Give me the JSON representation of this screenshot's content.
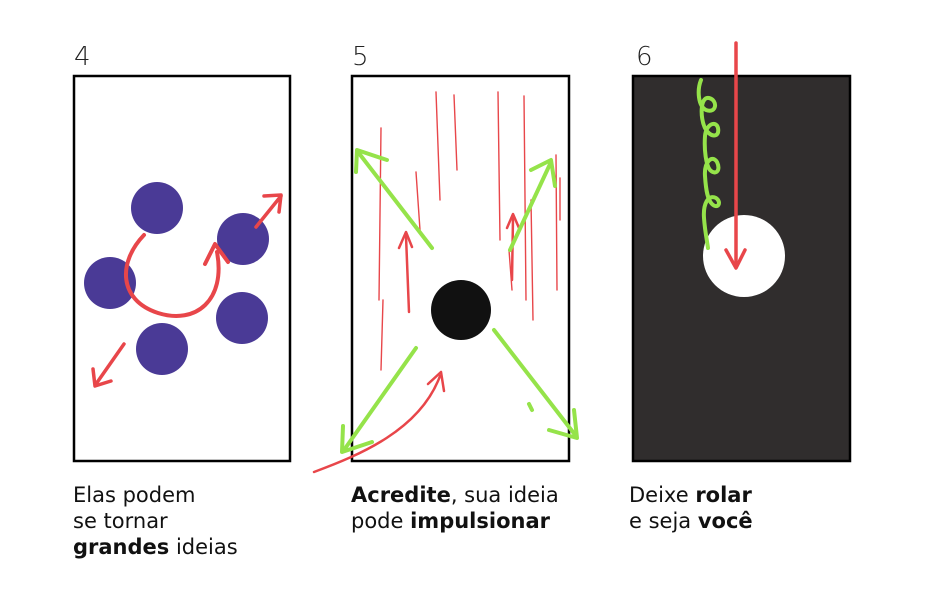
{
  "panels": [
    {
      "number": "4",
      "caption": {
        "line1": "Elas podem",
        "line2": "se tornar",
        "line3_bold": "grandes",
        "line3_rest": " ideias"
      }
    },
    {
      "number": "5",
      "caption": {
        "line1_bold": "Acredite",
        "line1_rest": ", sua ideia",
        "line2_pre": "pode ",
        "line2_bold": "impulsionar"
      }
    },
    {
      "number": "6",
      "caption": {
        "line1_pre": "Deixe ",
        "line1_bold": "rolar",
        "line2_pre": "e seja ",
        "line2_bold": "você"
      }
    }
  ],
  "colors": {
    "frame": "#000000",
    "circle_purple": "#4a3a96",
    "arrow_red": "#e8464a",
    "arrow_green": "#95e34a",
    "ball_black": "#111111",
    "panel_dark": "#302d2d",
    "ball_white": "#ffffff"
  },
  "icons": [
    "purple-circle",
    "red-arrow",
    "green-arrow",
    "black-ball",
    "white-ball",
    "green-spring"
  ]
}
